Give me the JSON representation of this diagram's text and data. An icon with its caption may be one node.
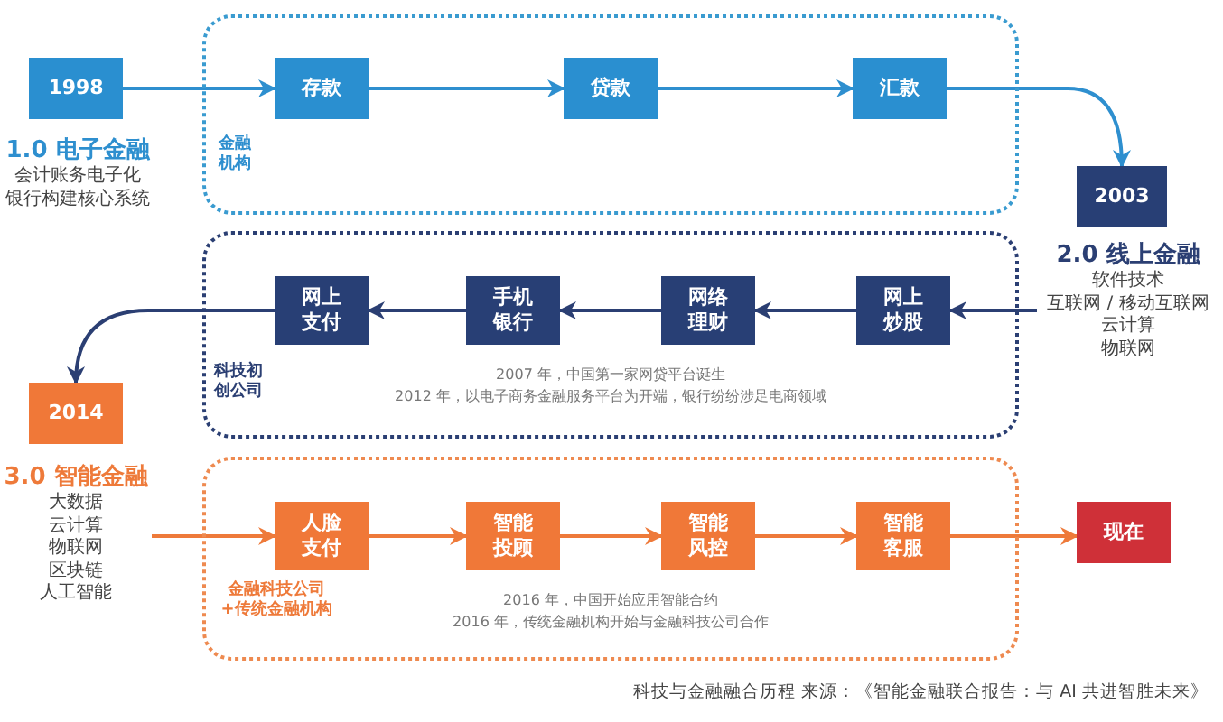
{
  "diagram": {
    "caption": "科技与金融融合历程 来源：《智能金融联合报告：与 AI 共进智胜未来》",
    "nodes": [
      {
        "text": [
          "1998"
        ],
        "beside": [
          "1.0 电子金融",
          "会计账务电子化",
          "银行构建核心系统"
        ]
      },
      {
        "text": [
          "金融机构"
        ]
      },
      {
        "text": [
          "存款"
        ],
        "in": 1
      },
      {
        "text": [
          "贷款"
        ],
        "in": 1
      },
      {
        "text": [
          "汇款"
        ],
        "in": 1
      },
      {
        "text": [
          "2003"
        ],
        "beside": [
          "2.0 线上金融",
          "软件技术",
          "互联网 / 移动互联网",
          "云计算",
          "物联网"
        ]
      },
      {
        "text": [
          "科技初创公司",
          "2007 年，中国第一家网贷平台诞生",
          "2012 年，以电子商务金融服务平台为开端，银行纷纷涉足电商领域"
        ]
      },
      {
        "text": [
          "网上炒股"
        ],
        "in": 6
      },
      {
        "text": [
          "网络理财"
        ],
        "in": 6
      },
      {
        "text": [
          "手机银行"
        ],
        "in": 6
      },
      {
        "text": [
          "网上支付"
        ],
        "in": 6
      },
      {
        "text": [
          "2014"
        ],
        "beside": [
          "3.0 智能金融",
          "大数据",
          "云计算",
          "物联网",
          "区块链",
          "人工智能"
        ]
      },
      {
        "text": [
          "金融科技公司 +传统金融机构",
          "2016 年，中国开始应用智能合约",
          "2016 年，传统金融机构开始与金融科技公司合作"
        ]
      },
      {
        "text": [
          "人脸支付"
        ],
        "in": 12
      },
      {
        "text": [
          "智能投顾"
        ],
        "in": 12
      },
      {
        "text": [
          "智能风控"
        ],
        "in": 12
      },
      {
        "text": [
          "智能客服"
        ],
        "in": 12
      },
      {
        "text": [
          "现在"
        ]
      }
    ],
    "edges": [
      {
        "from": 0,
        "to": 2,
        "arrow": "to",
        "color": "#2e8fcf"
      },
      {
        "from": 2,
        "to": 3,
        "arrow": "to",
        "color": "#2e8fcf"
      },
      {
        "from": 3,
        "to": 4,
        "arrow": "to",
        "color": "#2e8fcf"
      },
      {
        "from": 4,
        "to": 5,
        "arrow": "to",
        "color": "#2e8fcf"
      },
      {
        "from": 5,
        "to": 7,
        "arrow": "to",
        "color": "#2b3f73"
      },
      {
        "from": 7,
        "to": 8,
        "arrow": "to",
        "color": "#2b3f73"
      },
      {
        "from": 8,
        "to": 9,
        "arrow": "to",
        "color": "#2b3f73"
      },
      {
        "from": 9,
        "to": 10,
        "arrow": "to",
        "color": "#2b3f73"
      },
      {
        "from": 10,
        "to": 11,
        "arrow": "to",
        "color": "#2b3f73"
      },
      {
        "from": 11,
        "to": 13,
        "arrow": "to",
        "color": "#ee7a3a"
      },
      {
        "from": 13,
        "to": 14,
        "arrow": "to",
        "color": "#ee7a3a"
      },
      {
        "from": 14,
        "to": 15,
        "arrow": "to",
        "color": "#ee7a3a"
      },
      {
        "from": 15,
        "to": 16,
        "arrow": "to",
        "color": "#ee7a3a"
      },
      {
        "from": 16,
        "to": 17,
        "arrow": "to",
        "color": "#ee7a3a"
      }
    ]
  }
}
